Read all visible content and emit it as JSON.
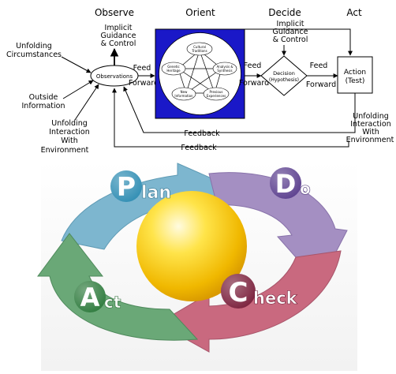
{
  "ooda": {
    "headers": {
      "observe": "Observe",
      "orient": "Orient",
      "decide": "Decide",
      "act": "Act"
    },
    "implicit_left": [
      "Implicit",
      "Guidance",
      "& Control"
    ],
    "implicit_right": [
      "Implicit",
      "Guidance",
      "& Control"
    ],
    "unfolding_circumstances": [
      "Unfolding",
      "Circumstances"
    ],
    "outside_information": [
      "Outside",
      "Information"
    ],
    "unfolding_interaction_left": [
      "Unfolding",
      "Interaction",
      "With",
      "Environment"
    ],
    "unfolding_interaction_right": [
      "Unfolding",
      "Interaction",
      "With",
      "Environment"
    ],
    "observations": "Observations",
    "feed_forward_1": [
      "Feed",
      "Forward"
    ],
    "feed_forward_2": [
      "Feed",
      "Forward"
    ],
    "feed_forward_3": [
      "Feed",
      "Forward"
    ],
    "decision": [
      "Decision",
      "(Hypothesis)"
    ],
    "action": [
      "Action",
      "(Test)"
    ],
    "feedback_upper": "Feedback",
    "feedback_lower": "Feedback",
    "orient_nodes": {
      "cultural": [
        "Cultural",
        "Traditions"
      ],
      "genetic": [
        "Genetic",
        "Heritage"
      ],
      "analysis": [
        "Analysis &",
        "Synthesis"
      ],
      "new_info": [
        "New",
        "Information"
      ],
      "previous": [
        "Previous",
        "Experiences"
      ]
    }
  },
  "pdca": {
    "plan": {
      "letter": "P",
      "rest": "lan"
    },
    "do": {
      "letter": "D",
      "rest": "o"
    },
    "check": {
      "letter": "C",
      "rest": "heck"
    },
    "act": {
      "letter": "A",
      "rest": "ct"
    },
    "colors": {
      "plan": "#7db6cf",
      "do": "#a48fc2",
      "check": "#c9697f",
      "act": "#6aa877",
      "plan_badge": "#2f8db3",
      "do_badge": "#5b3f8e",
      "check_badge": "#7a1f3b",
      "act_badge": "#2d7a3c",
      "sphere": "#f5c400"
    }
  }
}
